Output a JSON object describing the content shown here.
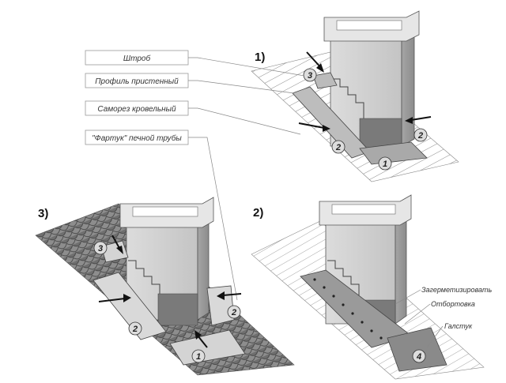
{
  "steps": [
    "1)",
    "2)",
    "3)"
  ],
  "callouts": {
    "shtrob": "Штроб",
    "profile": "Профиль пристенный",
    "screw": "Саморез кровельный",
    "apron": "\"Фартук\" печной трубы"
  },
  "side_labels": {
    "seal": "Загерметизировать",
    "flange": "Отбортовка",
    "tie": "Галстук"
  },
  "markers": [
    "1",
    "2",
    "3",
    "4"
  ]
}
